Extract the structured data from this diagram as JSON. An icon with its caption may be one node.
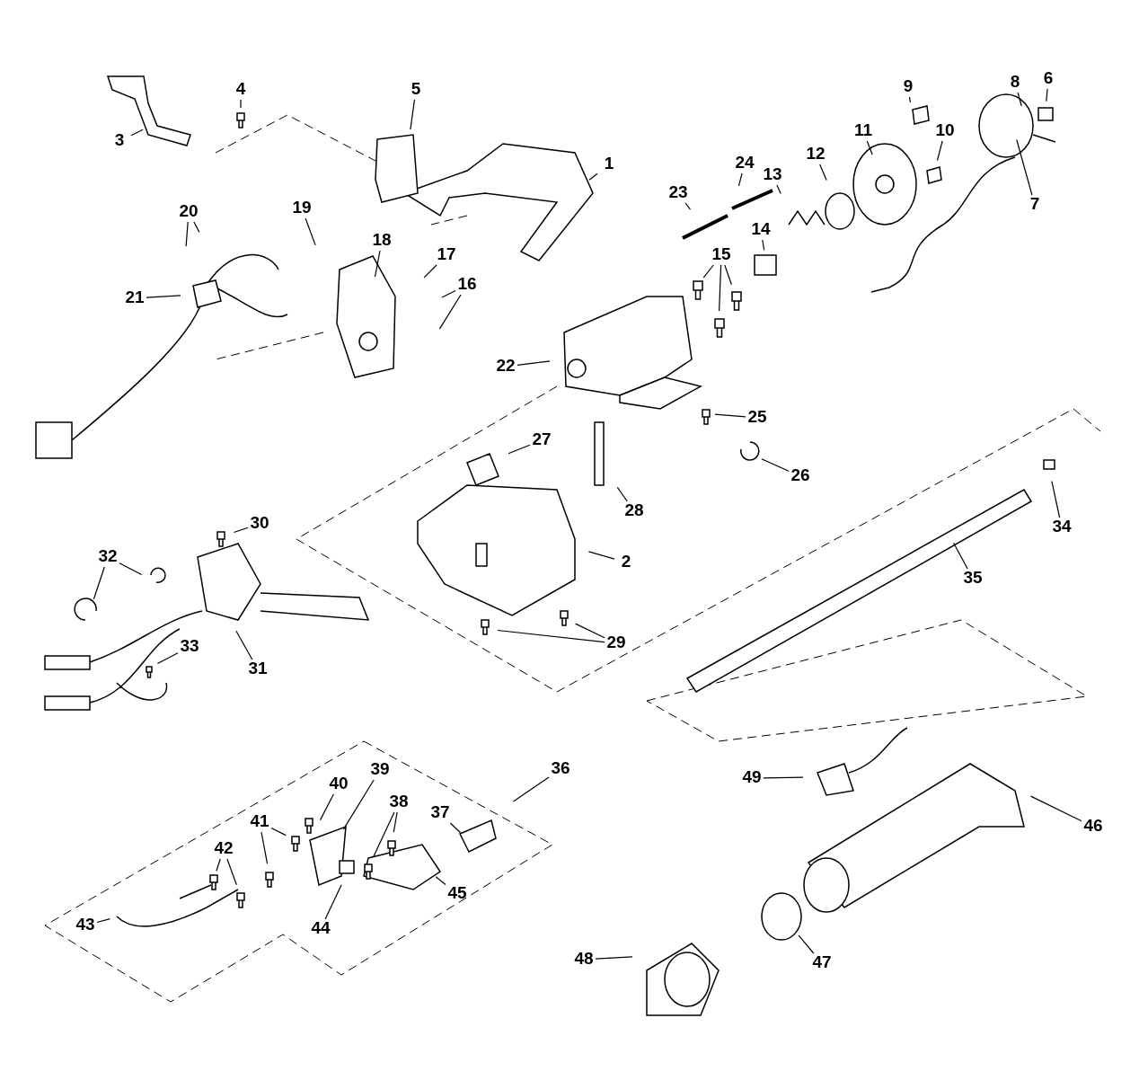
{
  "diagram": {
    "nodes": [
      {
        "text": [
          "1"
        ]
      },
      {
        "text": [
          "2"
        ]
      },
      {
        "text": [
          "3"
        ]
      },
      {
        "text": [
          "4"
        ]
      },
      {
        "text": [
          "5"
        ]
      },
      {
        "text": [
          "6"
        ]
      },
      {
        "text": [
          "7"
        ]
      },
      {
        "text": [
          "8"
        ]
      },
      {
        "text": [
          "9"
        ]
      },
      {
        "text": [
          "10"
        ]
      },
      {
        "text": [
          "11"
        ]
      },
      {
        "text": [
          "12"
        ]
      },
      {
        "text": [
          "13"
        ]
      },
      {
        "text": [
          "14"
        ]
      },
      {
        "text": [
          "15"
        ]
      },
      {
        "text": [
          "16"
        ]
      },
      {
        "text": [
          "17"
        ]
      },
      {
        "text": [
          "18"
        ]
      },
      {
        "text": [
          "19"
        ]
      },
      {
        "text": [
          "20"
        ]
      },
      {
        "text": [
          "21"
        ]
      },
      {
        "text": [
          "22"
        ]
      },
      {
        "text": [
          "23"
        ]
      },
      {
        "text": [
          "24"
        ]
      },
      {
        "text": [
          "25"
        ]
      },
      {
        "text": [
          "26"
        ]
      },
      {
        "text": [
          "27"
        ]
      },
      {
        "text": [
          "28"
        ]
      },
      {
        "text": [
          "29"
        ]
      },
      {
        "text": [
          "30"
        ]
      },
      {
        "text": [
          "31"
        ]
      },
      {
        "text": [
          "32"
        ]
      },
      {
        "text": [
          "33"
        ]
      },
      {
        "text": [
          "34"
        ]
      },
      {
        "text": [
          "35"
        ]
      },
      {
        "text": [
          "36"
        ]
      },
      {
        "text": [
          "37"
        ]
      },
      {
        "text": [
          "38"
        ]
      },
      {
        "text": [
          "39"
        ]
      },
      {
        "text": [
          "40"
        ]
      },
      {
        "text": [
          "41"
        ]
      },
      {
        "text": [
          "42"
        ]
      },
      {
        "text": [
          "43"
        ]
      },
      {
        "text": [
          "44"
        ]
      },
      {
        "text": [
          "45"
        ]
      },
      {
        "text": [
          "46"
        ]
      },
      {
        "text": [
          "47"
        ]
      },
      {
        "text": [
          "48"
        ]
      },
      {
        "text": [
          "49"
        ]
      }
    ],
    "edges": [
      {
        "from": 0,
        "to": null,
        "arrow": "none"
      },
      {
        "from": 1,
        "to": null,
        "arrow": "none"
      },
      {
        "from": 2,
        "to": null,
        "arrow": "none"
      },
      {
        "from": 3,
        "to": null,
        "arrow": "none"
      },
      {
        "from": 4,
        "to": null,
        "arrow": "none"
      },
      {
        "from": 5,
        "to": null,
        "arrow": "none"
      },
      {
        "from": 6,
        "to": null,
        "arrow": "none"
      },
      {
        "from": 7,
        "to": null,
        "arrow": "none"
      },
      {
        "from": 8,
        "to": null,
        "arrow": "none"
      },
      {
        "from": 9,
        "to": null,
        "arrow": "none"
      },
      {
        "from": 10,
        "to": null,
        "arrow": "none"
      },
      {
        "from": 11,
        "to": null,
        "arrow": "none"
      },
      {
        "from": 12,
        "to": null,
        "arrow": "none"
      },
      {
        "from": 13,
        "to": null,
        "arrow": "none"
      },
      {
        "from": 14,
        "to": null,
        "arrow": "none"
      },
      {
        "from": 14,
        "to": null,
        "arrow": "none"
      },
      {
        "from": 14,
        "to": null,
        "arrow": "none"
      },
      {
        "from": 15,
        "to": null,
        "arrow": "none"
      },
      {
        "from": 15,
        "to": null,
        "arrow": "none"
      },
      {
        "from": 16,
        "to": null,
        "arrow": "none"
      },
      {
        "from": 17,
        "to": null,
        "arrow": "none"
      },
      {
        "from": 18,
        "to": null,
        "arrow": "none"
      },
      {
        "from": 19,
        "to": null,
        "arrow": "none"
      },
      {
        "from": 19,
        "to": null,
        "arrow": "none"
      },
      {
        "from": 20,
        "to": null,
        "arrow": "none"
      },
      {
        "from": 21,
        "to": null,
        "arrow": "none"
      },
      {
        "from": 22,
        "to": null,
        "arrow": "none"
      },
      {
        "from": 23,
        "to": null,
        "arrow": "none"
      },
      {
        "from": 24,
        "to": null,
        "arrow": "none"
      },
      {
        "from": 25,
        "to": null,
        "arrow": "none"
      },
      {
        "from": 26,
        "to": null,
        "arrow": "none"
      },
      {
        "from": 27,
        "to": null,
        "arrow": "none"
      },
      {
        "from": 28,
        "to": null,
        "arrow": "none"
      },
      {
        "from": 28,
        "to": null,
        "arrow": "none"
      },
      {
        "from": 29,
        "to": null,
        "arrow": "none"
      },
      {
        "from": 30,
        "to": null,
        "arrow": "none"
      },
      {
        "from": 31,
        "to": null,
        "arrow": "none"
      },
      {
        "from": 31,
        "to": null,
        "arrow": "none"
      },
      {
        "from": 32,
        "to": null,
        "arrow": "none"
      },
      {
        "from": 33,
        "to": null,
        "arrow": "none"
      },
      {
        "from": 34,
        "to": null,
        "arrow": "none"
      },
      {
        "from": 35,
        "to": null,
        "arrow": "none"
      },
      {
        "from": 36,
        "to": null,
        "arrow": "none"
      },
      {
        "from": 37,
        "to": null,
        "arrow": "none"
      },
      {
        "from": 37,
        "to": null,
        "arrow": "none"
      },
      {
        "from": 38,
        "to": null,
        "arrow": "none"
      },
      {
        "from": 39,
        "to": null,
        "arrow": "none"
      },
      {
        "from": 40,
        "to": null,
        "arrow": "none"
      },
      {
        "from": 40,
        "to": null,
        "arrow": "none"
      },
      {
        "from": 41,
        "to": null,
        "arrow": "none"
      },
      {
        "from": 41,
        "to": null,
        "arrow": "none"
      },
      {
        "from": 42,
        "to": null,
        "arrow": "none"
      },
      {
        "from": 43,
        "to": null,
        "arrow": "none"
      },
      {
        "from": 44,
        "to": null,
        "arrow": "none"
      },
      {
        "from": 45,
        "to": null,
        "arrow": "none"
      },
      {
        "from": 46,
        "to": null,
        "arrow": "none"
      },
      {
        "from": 47,
        "to": null,
        "arrow": "none"
      },
      {
        "from": 48,
        "to": null,
        "arrow": "none"
      }
    ]
  }
}
